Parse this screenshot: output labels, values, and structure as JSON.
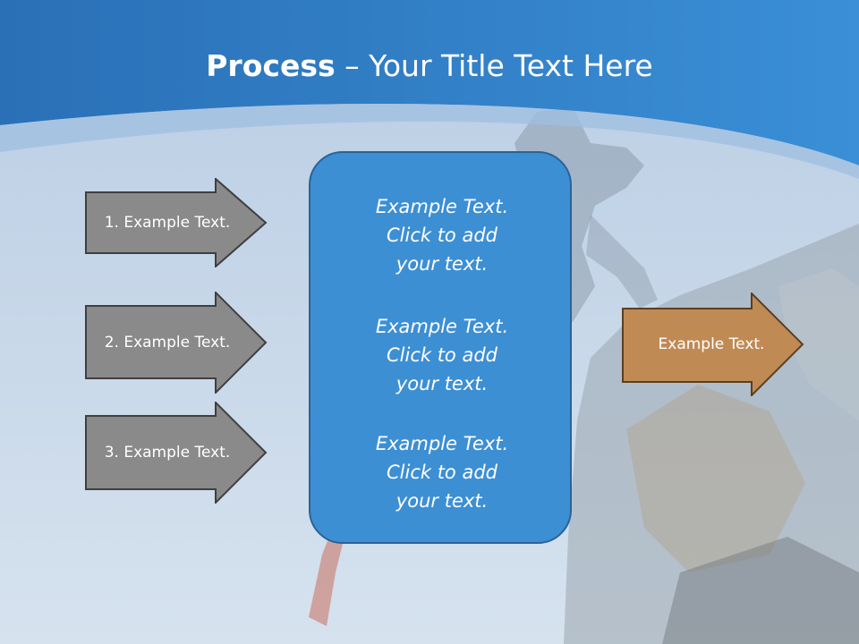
{
  "title": {
    "bold": "Process",
    "rest": " – Your Title Text Here"
  },
  "arrows": [
    {
      "label": "1. Example Text."
    },
    {
      "label": "2. Example Text."
    },
    {
      "label": "3. Example Text."
    }
  ],
  "center_box": {
    "paragraphs": [
      {
        "line1": "Example Text.",
        "line2": "Click  to add",
        "line3": "your text."
      },
      {
        "line1": "Example Text.",
        "line2": "Click  to add",
        "line3": "your text."
      },
      {
        "line1": "Example Text.",
        "line2": "Click  to add",
        "line3": "your text."
      }
    ]
  },
  "output_arrow": {
    "label": "Example Text."
  },
  "colors": {
    "header_blue": "#2f7fc6",
    "grey_arrow": "#8a8a8a",
    "center_box": "#3d8fd4",
    "output_arrow": "#c08a55"
  }
}
